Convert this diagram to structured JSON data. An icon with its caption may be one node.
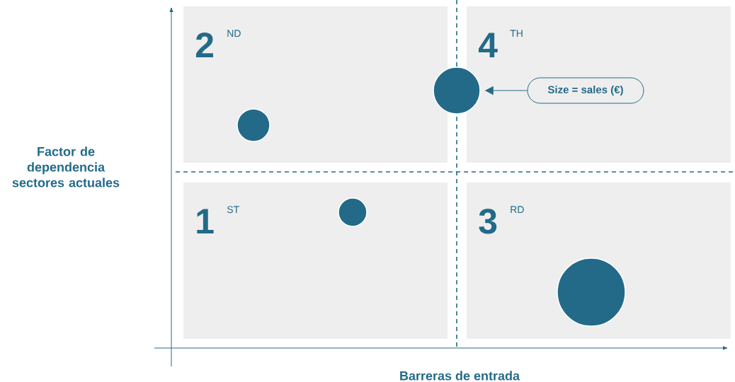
{
  "diagram": {
    "nodes": [
      {
        "text": [
          "2",
          "ND"
        ]
      },
      {
        "text": [
          "4",
          "TH"
        ]
      },
      {
        "text": [
          "1",
          "ST"
        ]
      },
      {
        "text": [
          "3",
          "RD"
        ]
      },
      {
        "text": [],
        "shape": "circle"
      },
      {
        "text": [
          "Size = sales (€)"
        ],
        "in": 1
      },
      {
        "text": [],
        "shape": "circle",
        "in": 0
      },
      {
        "text": [],
        "shape": "circle",
        "in": 2
      },
      {
        "text": [],
        "shape": "circle",
        "in": 3
      }
    ],
    "edges": [
      {
        "from": 5,
        "to": 4,
        "arrow": "to"
      }
    ],
    "labels": [
      "Factor de dependencia sectores actuales",
      "Barreras de entrada"
    ]
  }
}
